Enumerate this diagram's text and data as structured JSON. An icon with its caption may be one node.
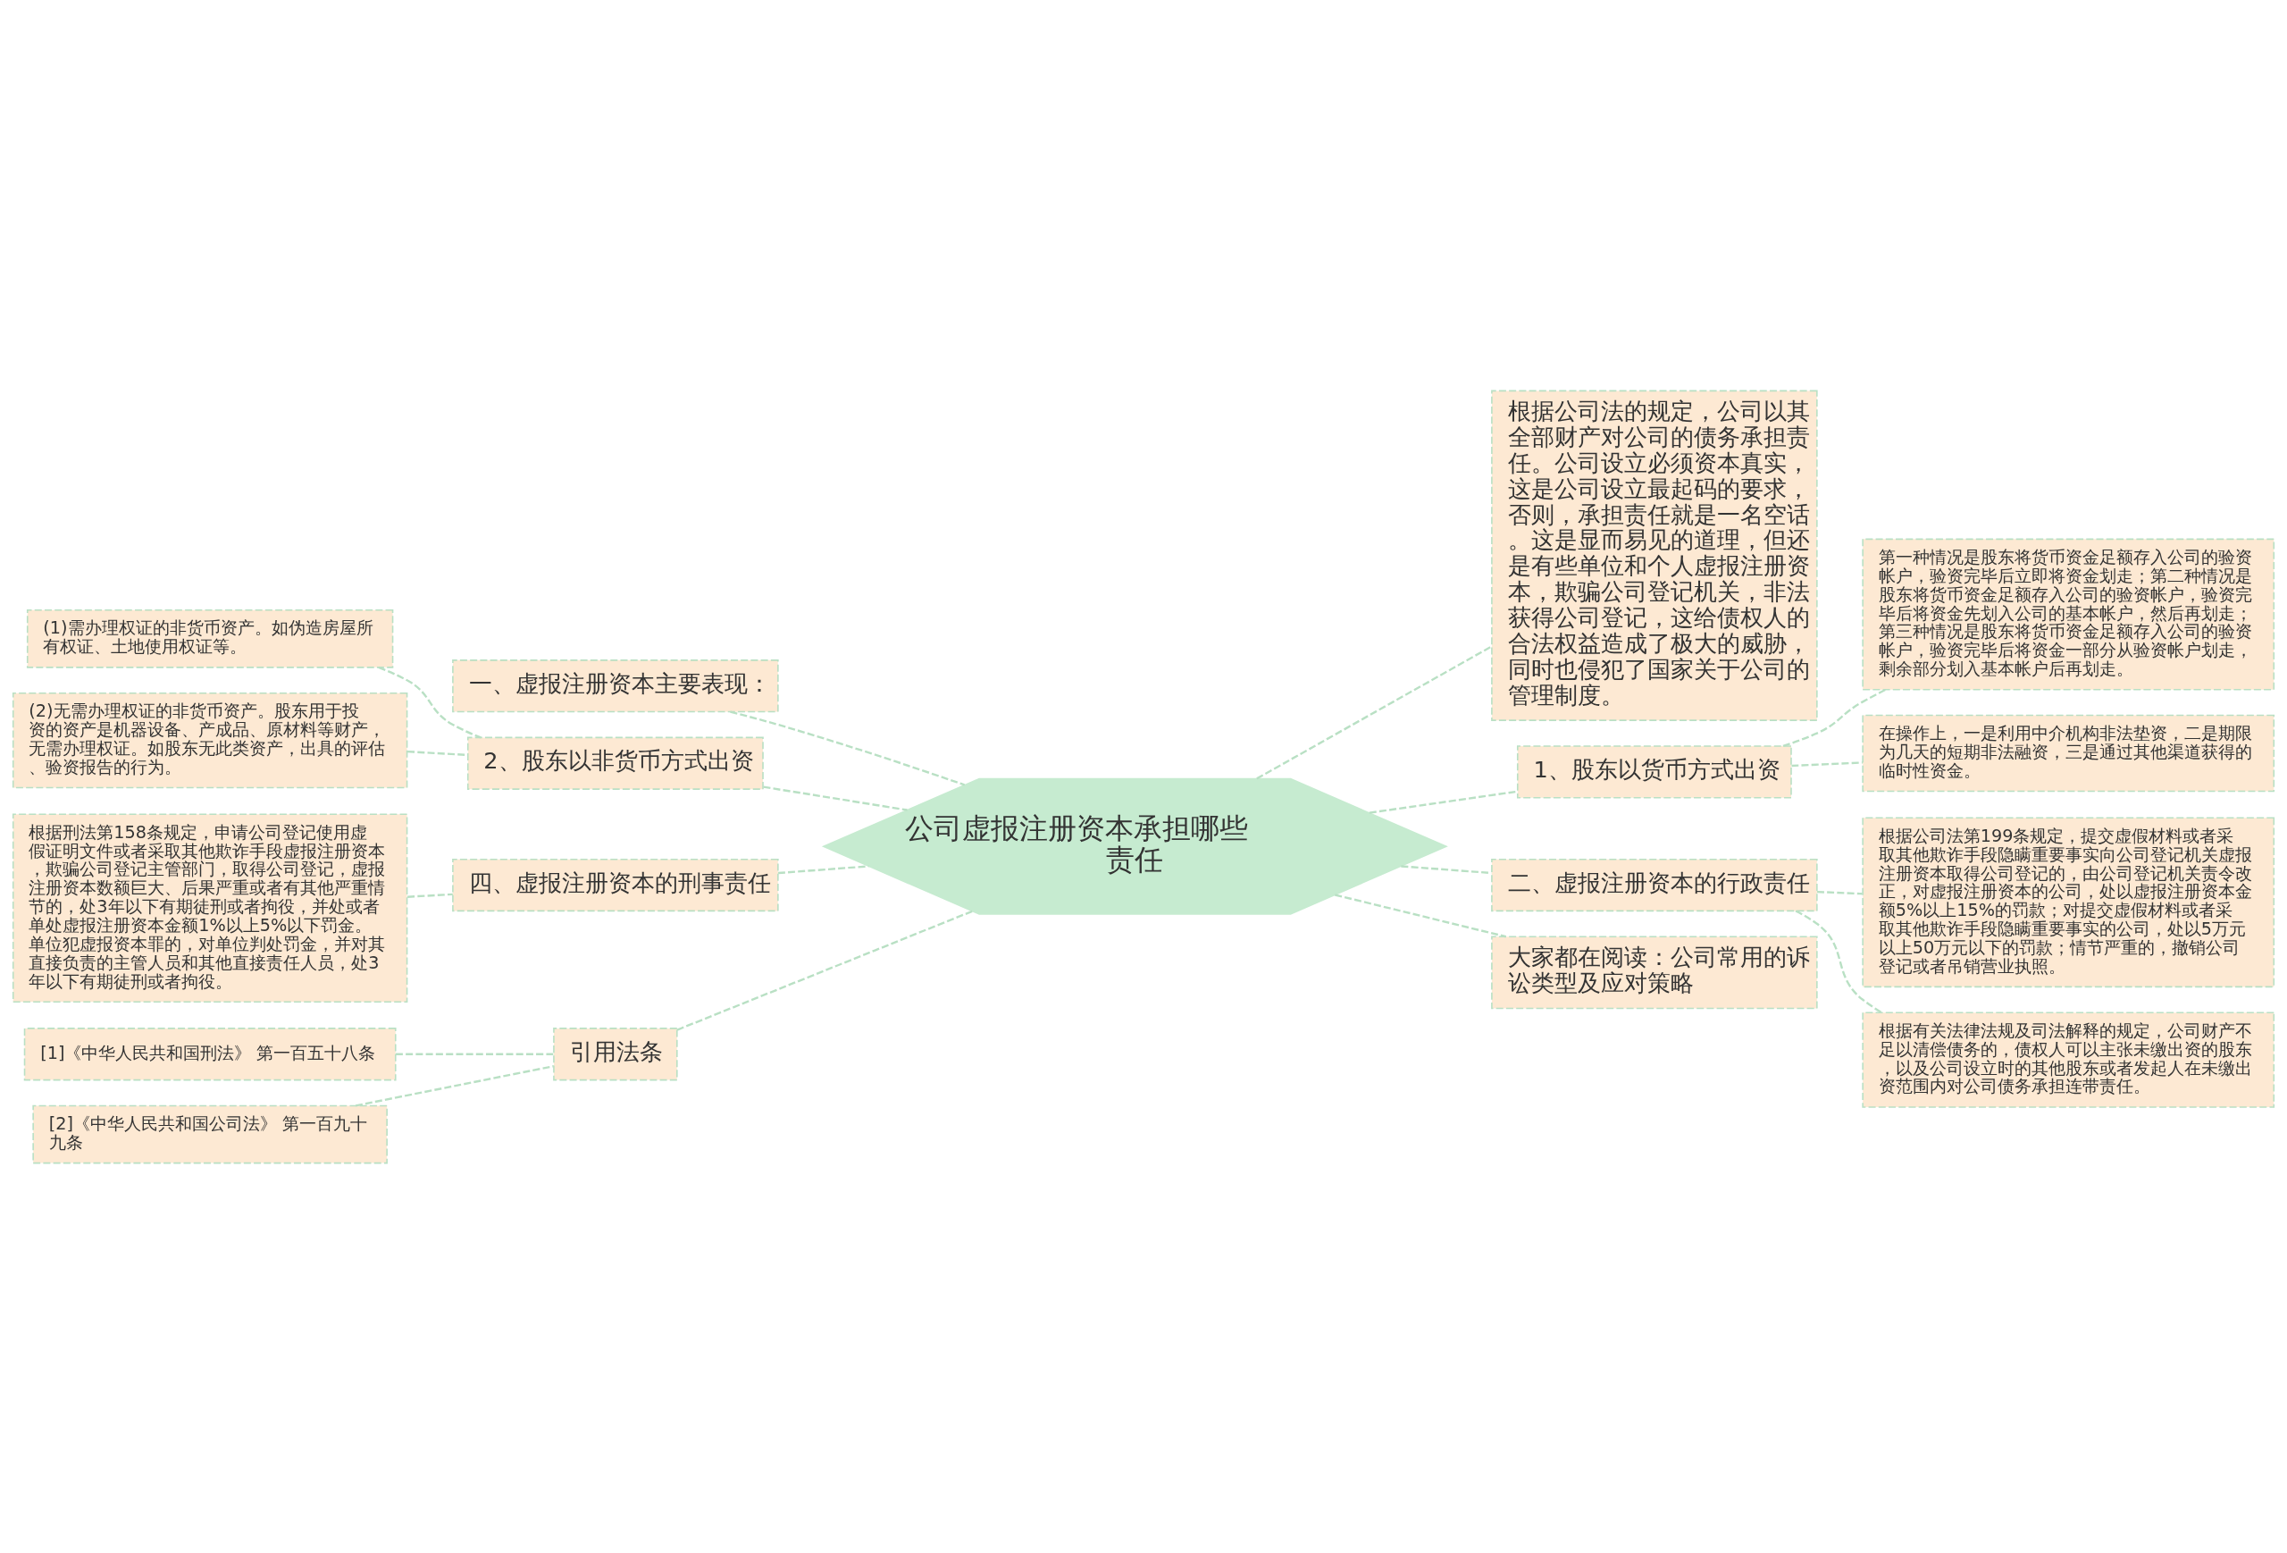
{
  "diagram": {
    "nodes": [
      {
        "text": [
          "公司虚报注册资本承担哪些责任"
        ]
      },
      {
        "text": [
          "一、虚报注册资本主要表现："
        ]
      },
      {
        "text": [
          "2、股东以非货币方式出资"
        ]
      },
      {
        "text": [
          "(1)需办理权证的非货币资产。如伪造房屋所有权证、土地使用权证等。"
        ]
      },
      {
        "text": [
          "(2)无需办理权证的非货币资产。股东用于投资的资产是机器设备、产成品、原材料等财产，无需办理权证。如股东无此类资产，出具的评估、验资报告的行为。"
        ]
      },
      {
        "text": [
          "四、虚报注册资本的刑事责任"
        ]
      },
      {
        "text": [
          "根据刑法第158条规定，申请公司登记使用虚假证明文件或者采取其他欺诈手段虚报注册资本，欺骗公司登记主管部门，取得公司登记，虚报注册资本数额巨大、后果严重或者有其他严重情节的，处3年以下有期徒刑或者拘役，并处或者单处虚报注册资本金额1%以上5%以下罚金。单位犯虚报资本罪的，对单位判处罚金，并对其直接负责的主管人员和其他直接责任人员，处3年以下有期徒刑或者拘役。"
        ]
      },
      {
        "text": [
          "引用法条"
        ]
      },
      {
        "text": [
          "[1]《中华人民共和国刑法》 第一百五十八条"
        ]
      },
      {
        "text": [
          "[2]《中华人民共和国公司法》 第一百九十九条"
        ]
      },
      {
        "text": [
          "根据公司法的规定，公司以其全部财产对公司的债务承担责任。公司设立必须资本真实，这是公司设立最起码的要求，否则，承担责任就是一名空话。这是显而易见的道理，但还是有些单位和个人虚报注册资本，欺骗公司登记机关，非法获得公司登记，这给债权人的合法权益造成了极大的威胁，同时也侵犯了国家关于公司的管理制度。"
        ]
      },
      {
        "text": [
          "1、股东以货币方式出资"
        ]
      },
      {
        "text": [
          "第一种情况是股东将货币资金足额存入公司的验资帐户，验资完毕后立即将资金划走；第二种情况是股东将货币资金足额存入公司的验资帐户，验资完毕后将资金先划入公司的基本帐户，然后再划走；第三种情况是股东将货币资金足额存入公司的验资帐户，验资完毕后将资金一部分从验资帐户划走，剩余部分划入基本帐户后再划走。"
        ]
      },
      {
        "text": [
          "在操作上，一是利用中介机构非法垫资，二是期限为几天的短期非法融资，三是通过其他渠道获得的临时性资金。"
        ]
      },
      {
        "text": [
          "二、虚报注册资本的行政责任"
        ]
      },
      {
        "text": [
          "根据公司法第199条规定，提交虚假材料或者采取其他欺诈手段隐瞒重要事实向公司登记机关虚报注册资本取得公司登记的，由公司登记机关责令改正，对虚报注册资本的公司，处以虚报注册资本金额5%以上15%的罚款；对提交虚假材料或者采取其他欺诈手段隐瞒重要事实的公司，处以5万元以上50万元以下的罚款；情节严重的，撤销公司登记或者吊销营业执照。"
        ]
      },
      {
        "text": [
          "根据有关法律法规及司法解释的规定，公司财产不足以清偿债务的，债权人可以主张未缴出资的股东，以及公司设立时的其他股东或者发起人在未缴出资范围内对公司债务承担连带责任。"
        ]
      },
      {
        "text": [
          "大家都在阅读：公司常用的诉讼类型及应对策略"
        ]
      }
    ],
    "edges": [
      {
        "from": 0,
        "to": 1,
        "arrow": "none",
        "style": "dashed"
      },
      {
        "from": 0,
        "to": 2,
        "arrow": "none",
        "style": "dashed"
      },
      {
        "from": 2,
        "to": 3,
        "arrow": "none",
        "style": "dashed"
      },
      {
        "from": 2,
        "to": 4,
        "arrow": "none",
        "style": "dashed"
      },
      {
        "from": 0,
        "to": 5,
        "arrow": "none",
        "style": "dashed"
      },
      {
        "from": 5,
        "to": 6,
        "arrow": "none",
        "style": "dashed"
      },
      {
        "from": 0,
        "to": 7,
        "arrow": "none",
        "style": "dashed"
      },
      {
        "from": 7,
        "to": 8,
        "arrow": "none",
        "style": "dashed"
      },
      {
        "from": 7,
        "to": 9,
        "arrow": "none",
        "style": "dashed"
      },
      {
        "from": 0,
        "to": 10,
        "arrow": "none",
        "style": "dashed"
      },
      {
        "from": 0,
        "to": 11,
        "arrow": "none",
        "style": "dashed"
      },
      {
        "from": 11,
        "to": 12,
        "arrow": "none",
        "style": "dashed"
      },
      {
        "from": 11,
        "to": 13,
        "arrow": "none",
        "style": "dashed"
      },
      {
        "from": 0,
        "to": 14,
        "arrow": "none",
        "style": "dashed"
      },
      {
        "from": 14,
        "to": 15,
        "arrow": "none",
        "style": "dashed"
      },
      {
        "from": 14,
        "to": 16,
        "arrow": "none",
        "style": "dashed"
      },
      {
        "from": 0,
        "to": 17,
        "arrow": "none",
        "style": "dashed"
      }
    ]
  }
}
